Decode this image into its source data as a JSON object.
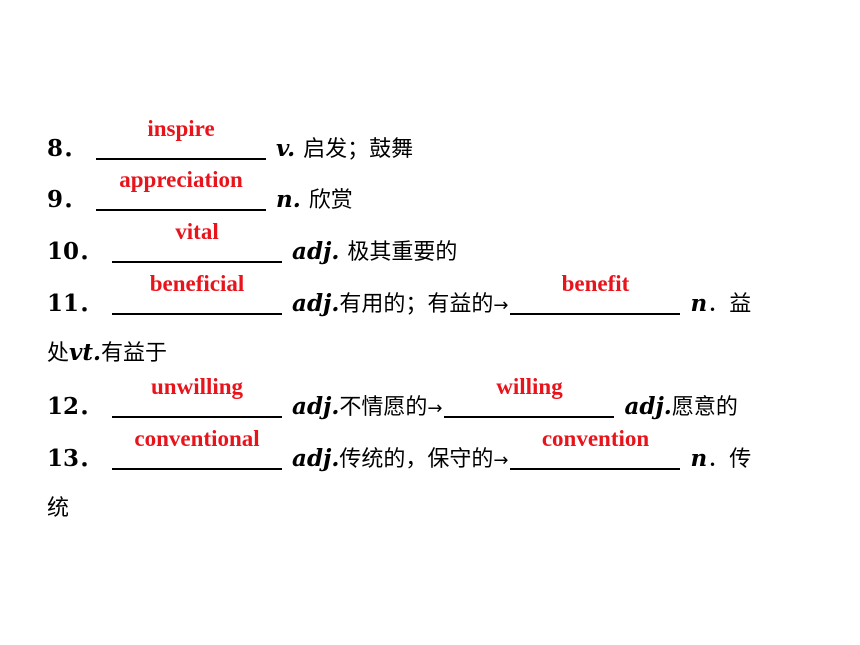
{
  "items": [
    {
      "num": "8．",
      "answer": "inspire",
      "pos": "v.",
      "meaning": "启发；鼓舞"
    },
    {
      "num": "9．",
      "answer": "appreciation",
      "pos": "n.",
      "meaning": "欣赏"
    },
    {
      "num": "10．",
      "answer": "vital",
      "pos": "adj.",
      "meaning": "极其重要的"
    },
    {
      "num": "11．",
      "answer": "beneficial",
      "pos": "adj.",
      "meaning": "有用的；有益的",
      "arrow": "→",
      "answer2": "benefit",
      "pos2": "n",
      "meaning2_a": "．益",
      "meaning2_b": "处",
      "pos3": "vt.",
      "meaning3": "有益于"
    },
    {
      "num": "12．",
      "answer": "unwilling",
      "pos": "adj.",
      "meaning": "不情愿的",
      "arrow": "→",
      "answer2": "willing",
      "pos2": "adj.",
      "meaning2": "愿意的"
    },
    {
      "num": "13．",
      "answer": "conventional",
      "pos": "adj.",
      "meaning": "传统的，保守的",
      "arrow": "→",
      "answer2": "convention",
      "pos2": "n",
      "meaning2_a": "．传",
      "meaning2_b": "统"
    }
  ]
}
